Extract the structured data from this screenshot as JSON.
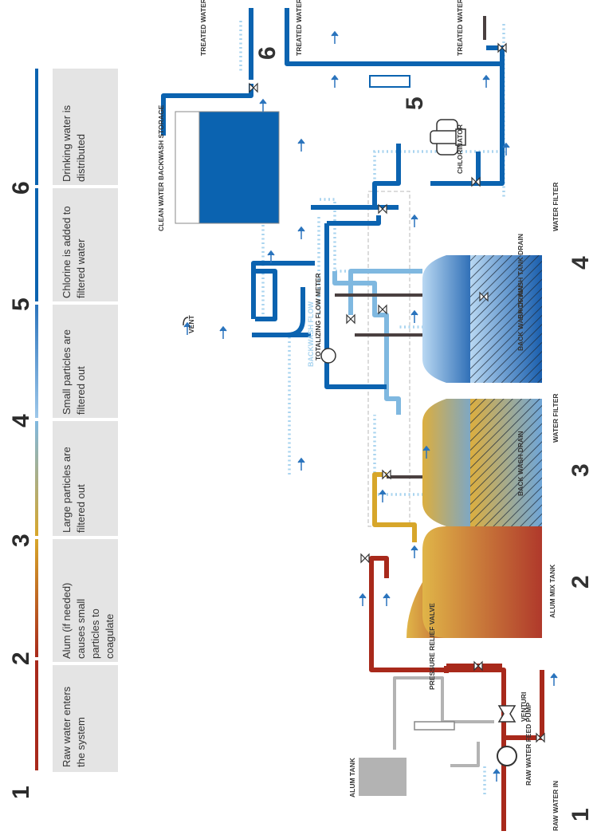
{
  "legend": [
    {
      "num": "1",
      "lines": [
        "Raw water enters",
        "the system"
      ]
    },
    {
      "num": "2",
      "lines": [
        "Alum (if needed)",
        "causes small",
        "particles to",
        "coagulate"
      ]
    },
    {
      "num": "3",
      "lines": [
        "Large particles are",
        "filtered out"
      ]
    },
    {
      "num": "4",
      "lines": [
        "Small particles are",
        "filtered out"
      ]
    },
    {
      "num": "5",
      "lines": [
        "Chlorine is added to",
        "filtered water"
      ]
    },
    {
      "num": "6",
      "lines": [
        "Drinking water is",
        "distributed"
      ]
    }
  ],
  "labels": {
    "raw_water_in": "RAW WATER IN",
    "alum_tank": "ALUM TANK",
    "raw_water_feed_pump": "RAW WATER FEED PUMP",
    "venturi": "VENTURI",
    "pressure_relief_valve": "PRESSURE RELIEF VALVE",
    "alum_mix_tank": "ALUM MIX TANK",
    "back_wash_drain_1": "BACK WASH DRAIN",
    "water_filter_1": "WATER FILTER",
    "totalizing_flow_meter": "TOTALIZING FLOW METER",
    "back_wash_drain_2": "BACK WASH DRAIN",
    "backwash_flow": "BACKWASH FLOW",
    "vent": "VENT",
    "back_wash_tank_drain": "BACK WASH TANK DRAIN",
    "water_filter_2": "WATER FILTER",
    "clean_water_backwash_storage": "CLEAN WATER BACKWASH STORAGE",
    "chlorinator": "CHLORINATOR",
    "treated_water_sampling": "TREATED WATER SAMPLING",
    "treated_water_distribution_1": "TREATED WATER DISTRIBUTION",
    "treated_water_distribution_2": "TREATED WATER DISTRIBUTION"
  },
  "steps": [
    "1",
    "2",
    "3",
    "4",
    "5",
    "6"
  ],
  "colors": {
    "raw": "#a8291b",
    "yellow": "#d7a62a",
    "light_blue": "#7fb8e0",
    "dark_blue": "#0b63b0",
    "gray": "#b3b3b3",
    "dotted": "#a9d4ef",
    "drain": "#4a4040",
    "legend_bg": "#e4e4e4"
  }
}
